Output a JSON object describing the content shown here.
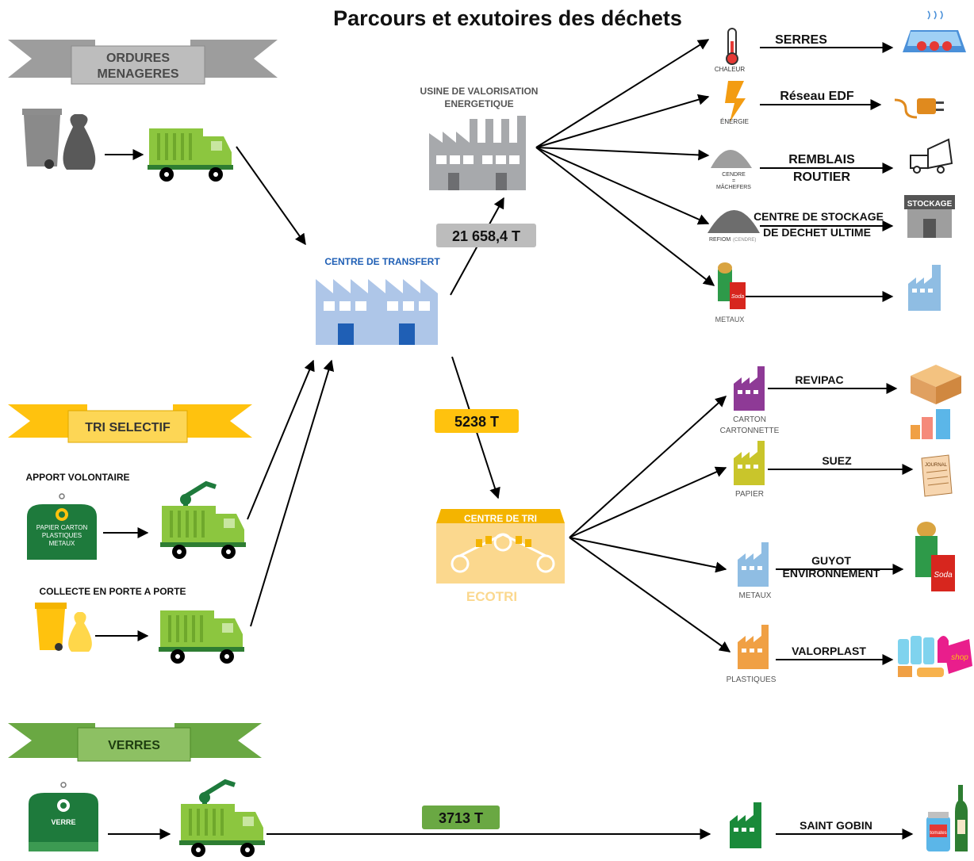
{
  "title": "Parcours et exutoires des déchets",
  "sections": {
    "ordures": [
      "ORDURES",
      "MENAGERES"
    ],
    "tri": "TRI SELECTIF",
    "verres": "VERRES"
  },
  "sources": {
    "apport_volontaire": "APPORT VOLONTAIRE",
    "container_green": [
      "PAPIER CARTON",
      "PLASTIQUES",
      "METAUX"
    ],
    "collecte_porte": "COLLECTE EN PORTE A PORTE",
    "container_verre": "VERRE"
  },
  "nodes": {
    "usine": [
      "USINE DE VALORISATION",
      "ENERGETIQUE"
    ],
    "transfert": "CENTRE DE TRANSFERT",
    "centre_tri": "CENTRE DE TRI",
    "ecotri": "ECOTRI"
  },
  "flows": {
    "usine": "21 658,4 T",
    "tri": "5238 T",
    "verres": "3713 T"
  },
  "usine_outputs": {
    "chaleur": "CHALEUR",
    "energie": "ÉNERGIE",
    "cendre": [
      "CENDRE",
      "=",
      "MÂCHEFERS"
    ],
    "refiom": "REFIOM",
    "refiom_note": "(CENDRE)",
    "metaux": "METAUX"
  },
  "usine_destinations": {
    "serres": "SERRES",
    "edf": "Réseau EDF",
    "remblais": [
      "REMBLAIS",
      "ROUTIER"
    ],
    "stockage_centre": [
      "CENTRE DE STOCKAGE",
      "DE DECHET ULTIME"
    ],
    "stockage_sign": "STOCKAGE"
  },
  "tri_outputs": {
    "carton": [
      "CARTON",
      "CARTONNETTE"
    ],
    "papier": "PAPIER",
    "metaux": "METAUX",
    "plastiques": "PLASTIQUES"
  },
  "tri_destinations": {
    "revipac": "REVIPAC",
    "suez": "SUEZ",
    "guyot": [
      "GUYOT",
      "ENVIRONNEMENT"
    ],
    "valorplast": "VALORPLAST",
    "saint_gobin": "SAINT GOBIN"
  },
  "product_labels": {
    "journal": "JOURNAL",
    "soda": "Soda",
    "shop": "shop",
    "tomates": "tomates"
  },
  "colors": {
    "truck_green": "#8cc63f",
    "dark_green": "#1e7a3c",
    "transfert_blue": "#aec6e8",
    "transfert_window": "#1f5fb5",
    "usine_gray": "#a7a9ac",
    "tri_orange": "#f7c86d",
    "flow_gray": "#bcbcbc",
    "flow_yellow": "#ffc20e",
    "flow_green": "#6aa843",
    "banner_gray": "#9d9d9d",
    "banner_yellow": "#ffc20e",
    "banner_green": "#6aa843",
    "carton_purple": "#8e3a96",
    "papier_yellow": "#c9c52b",
    "metaux_blue": "#8fbde3",
    "plastique_orange": "#f0a044",
    "verre_green": "#1a8a3a"
  }
}
